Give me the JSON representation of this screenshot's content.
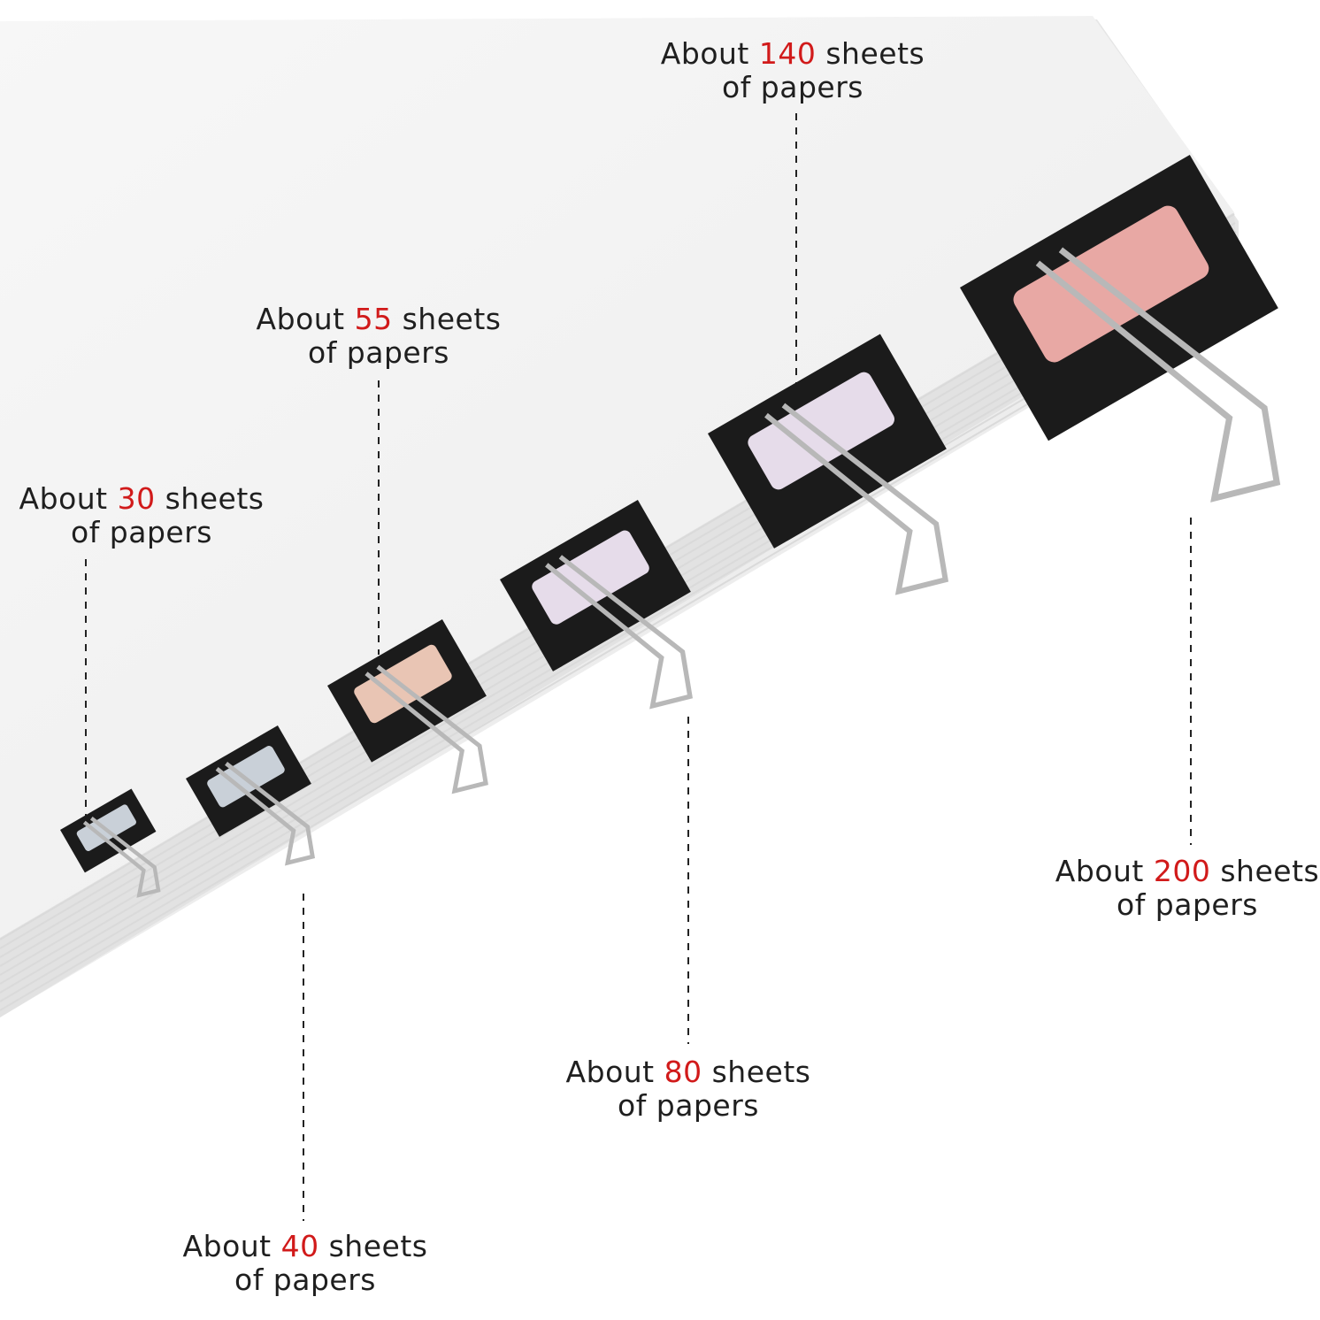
{
  "colors": {
    "background": "#ffffff",
    "paper": "#f2f2f2",
    "paper_edge": "#dcdcdc",
    "clip_black": "#1b1b1b",
    "wire": "#b8b8b8",
    "number_highlight": "#d11a1a",
    "text": "#1f1f1f",
    "label_silver": "#c9d0d8",
    "label_peach": "#e9c5b4",
    "label_lilac": "#e6dcea",
    "label_pink": "#e8a8a4"
  },
  "callouts": [
    {
      "id": "c30",
      "prefix": "About ",
      "number": "30",
      "suffix": " sheets",
      "line2": "of papers"
    },
    {
      "id": "c40",
      "prefix": "About ",
      "number": "40",
      "suffix": " sheets",
      "line2": "of papers"
    },
    {
      "id": "c55",
      "prefix": "About ",
      "number": "55",
      "suffix": " sheets",
      "line2": "of papers"
    },
    {
      "id": "c80",
      "prefix": "About ",
      "number": "80",
      "suffix": " sheets",
      "line2": "of papers"
    },
    {
      "id": "c140",
      "prefix": "About ",
      "number": "140",
      "suffix": " sheets",
      "line2": "of papers"
    },
    {
      "id": "c200",
      "prefix": "About ",
      "number": "200",
      "suffix": " sheets",
      "line2": "of papers"
    }
  ]
}
